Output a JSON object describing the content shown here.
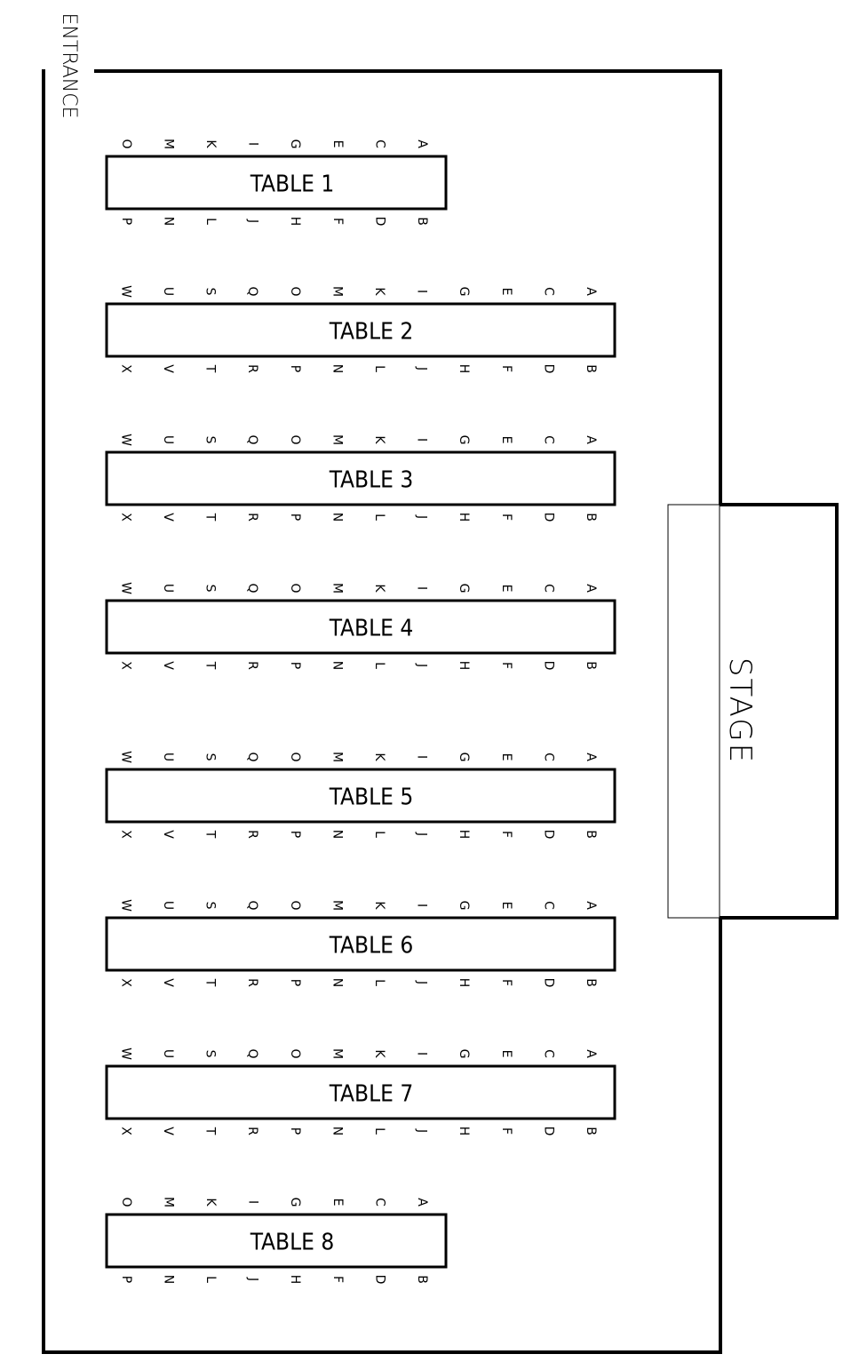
{
  "entrance_label": "ENTRANCE",
  "stage_label": "STAGE",
  "colors": {
    "ink": "#000000",
    "paper": "#ffffff"
  },
  "tables": [
    {
      "label": "TABLE  1",
      "top_seats": [
        "A",
        "C",
        "E",
        "G",
        "I",
        "K",
        "M",
        "O"
      ],
      "bottom_seats": [
        "B",
        "D",
        "F",
        "H",
        "J",
        "L",
        "N",
        "P"
      ]
    },
    {
      "label": "TABLE  2",
      "top_seats": [
        "A",
        "C",
        "E",
        "G",
        "I",
        "K",
        "M",
        "O",
        "Q",
        "S",
        "U",
        "W"
      ],
      "bottom_seats": [
        "B",
        "D",
        "F",
        "H",
        "J",
        "L",
        "N",
        "P",
        "R",
        "T",
        "V",
        "X"
      ]
    },
    {
      "label": "TABLE  3",
      "top_seats": [
        "A",
        "C",
        "E",
        "G",
        "I",
        "K",
        "M",
        "O",
        "Q",
        "S",
        "U",
        "W"
      ],
      "bottom_seats": [
        "B",
        "D",
        "F",
        "H",
        "J",
        "L",
        "N",
        "P",
        "R",
        "T",
        "V",
        "X"
      ]
    },
    {
      "label": "TABLE  4",
      "top_seats": [
        "A",
        "C",
        "E",
        "G",
        "I",
        "K",
        "M",
        "O",
        "Q",
        "S",
        "U",
        "W"
      ],
      "bottom_seats": [
        "B",
        "D",
        "F",
        "H",
        "J",
        "L",
        "N",
        "P",
        "R",
        "T",
        "V",
        "X"
      ]
    },
    {
      "label": "TABLE  5",
      "top_seats": [
        "A",
        "C",
        "E",
        "G",
        "I",
        "K",
        "M",
        "O",
        "Q",
        "S",
        "U",
        "W"
      ],
      "bottom_seats": [
        "B",
        "D",
        "F",
        "H",
        "J",
        "L",
        "N",
        "P",
        "R",
        "T",
        "V",
        "X"
      ]
    },
    {
      "label": "TABLE  6",
      "top_seats": [
        "A",
        "C",
        "E",
        "G",
        "I",
        "K",
        "M",
        "O",
        "Q",
        "S",
        "U",
        "W"
      ],
      "bottom_seats": [
        "B",
        "D",
        "F",
        "H",
        "J",
        "L",
        "N",
        "P",
        "R",
        "T",
        "V",
        "X"
      ]
    },
    {
      "label": "TABLE  7",
      "top_seats": [
        "A",
        "C",
        "E",
        "G",
        "I",
        "K",
        "M",
        "O",
        "Q",
        "S",
        "U",
        "W"
      ],
      "bottom_seats": [
        "B",
        "D",
        "F",
        "H",
        "J",
        "L",
        "N",
        "P",
        "R",
        "T",
        "V",
        "X"
      ]
    },
    {
      "label": "TABLE  8",
      "top_seats": [
        "A",
        "C",
        "E",
        "G",
        "I",
        "K",
        "M",
        "O"
      ],
      "bottom_seats": [
        "B",
        "D",
        "F",
        "H",
        "J",
        "L",
        "N",
        "P"
      ]
    }
  ]
}
